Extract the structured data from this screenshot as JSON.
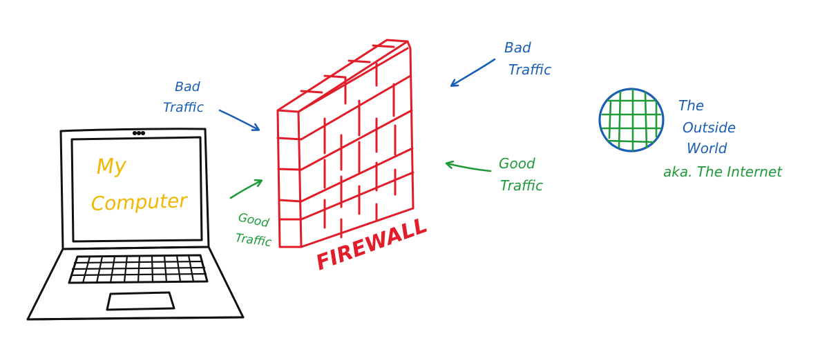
{
  "colors": {
    "outline": "#111111",
    "blue": "#1a5fb4",
    "green": "#1f9a3a",
    "red": "#e11d2a",
    "yellow": "#f2b705",
    "background": "#ffffff"
  },
  "laptop": {
    "screen_line1": "My",
    "screen_line2": "Computer"
  },
  "firewall": {
    "label": "FIREWALL"
  },
  "labels": {
    "bad_traffic_left_1": "Bad",
    "bad_traffic_left_2": "Traffic",
    "good_traffic_left_1": "Good",
    "good_traffic_left_2": "Traffic",
    "bad_traffic_right_1": "Bad",
    "bad_traffic_right_2": "Traffic",
    "good_traffic_right_1": "Good",
    "good_traffic_right_2": "Traffic",
    "outside_1": "The",
    "outside_2": "Outside",
    "outside_3": "World",
    "internet": "aka. The Internet"
  },
  "icons": {
    "laptop": "laptop-icon",
    "globe": "globe-icon",
    "firewall": "brick-wall-icon"
  }
}
